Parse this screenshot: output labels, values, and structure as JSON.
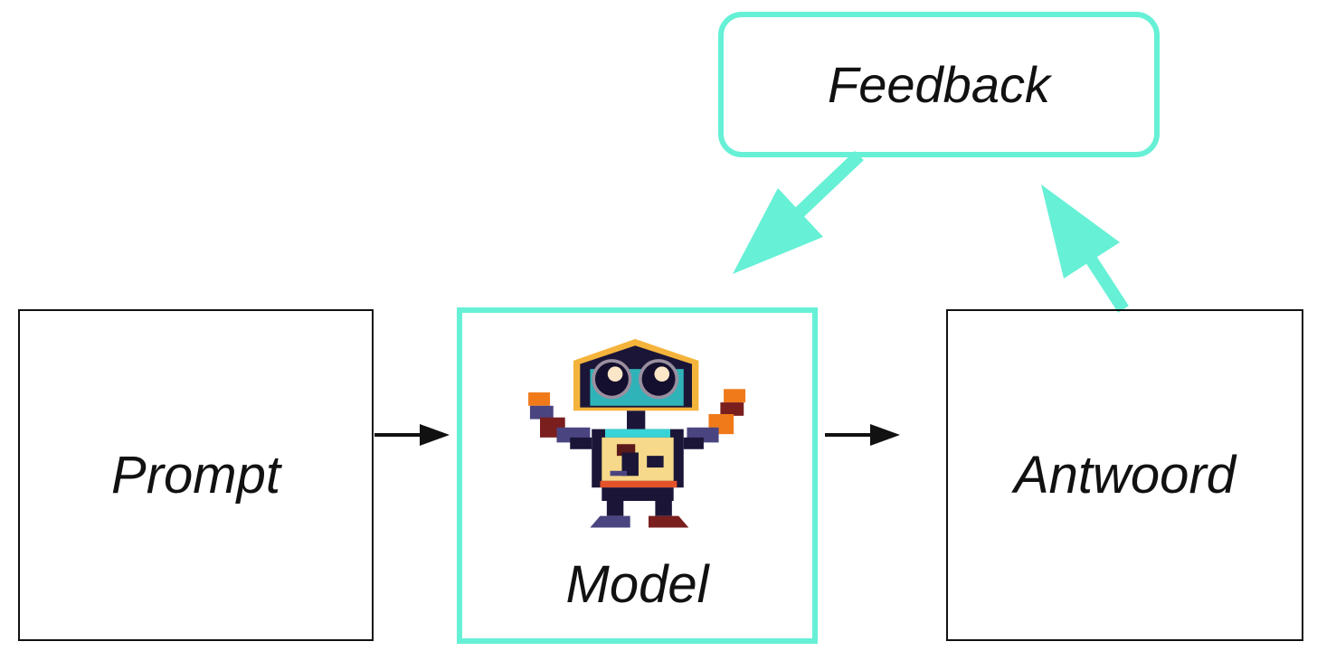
{
  "diagram": {
    "nodes": {
      "prompt": "Prompt",
      "model": "Model",
      "answer": "Antwoord",
      "feedback": "Feedback"
    },
    "edges": [
      {
        "from": "Prompt",
        "to": "Model"
      },
      {
        "from": "Model",
        "to": "Antwoord"
      },
      {
        "from": "Antwoord",
        "to": "Feedback"
      },
      {
        "from": "Feedback",
        "to": "Model"
      }
    ],
    "colors": {
      "accent": "#66f0d6",
      "line": "#111111"
    },
    "model_icon": "robot-icon"
  }
}
